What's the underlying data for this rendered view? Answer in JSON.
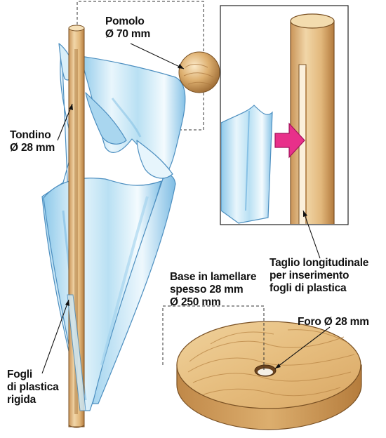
{
  "labels": {
    "knob": {
      "line1": "Pomolo",
      "line2": "Ø 70 mm"
    },
    "rod": {
      "line1": "Tondino",
      "line2": "Ø 28 mm"
    },
    "slot": {
      "line1": "Taglio longitudinale",
      "line2": "per inserimento",
      "line3": "fogli di plastica"
    },
    "base": {
      "line1": "Base in lamellare",
      "line2": "spesso 28 mm",
      "line3": "Ø 250 mm"
    },
    "hole": {
      "line1": "Foro Ø 28 mm"
    },
    "sheets": {
      "line1": "Fogli",
      "line2": "di plastica",
      "line3": "rigida"
    }
  },
  "icons": {
    "insert_arrow": "pink-arrow-icon"
  },
  "colors": {
    "wood": "#e8c48e",
    "wood_dark": "#b98545",
    "plastic": "#bfe3f2",
    "plastic_dark": "#5ea9d6",
    "arrow": "#e8308a",
    "line": "#222222"
  }
}
